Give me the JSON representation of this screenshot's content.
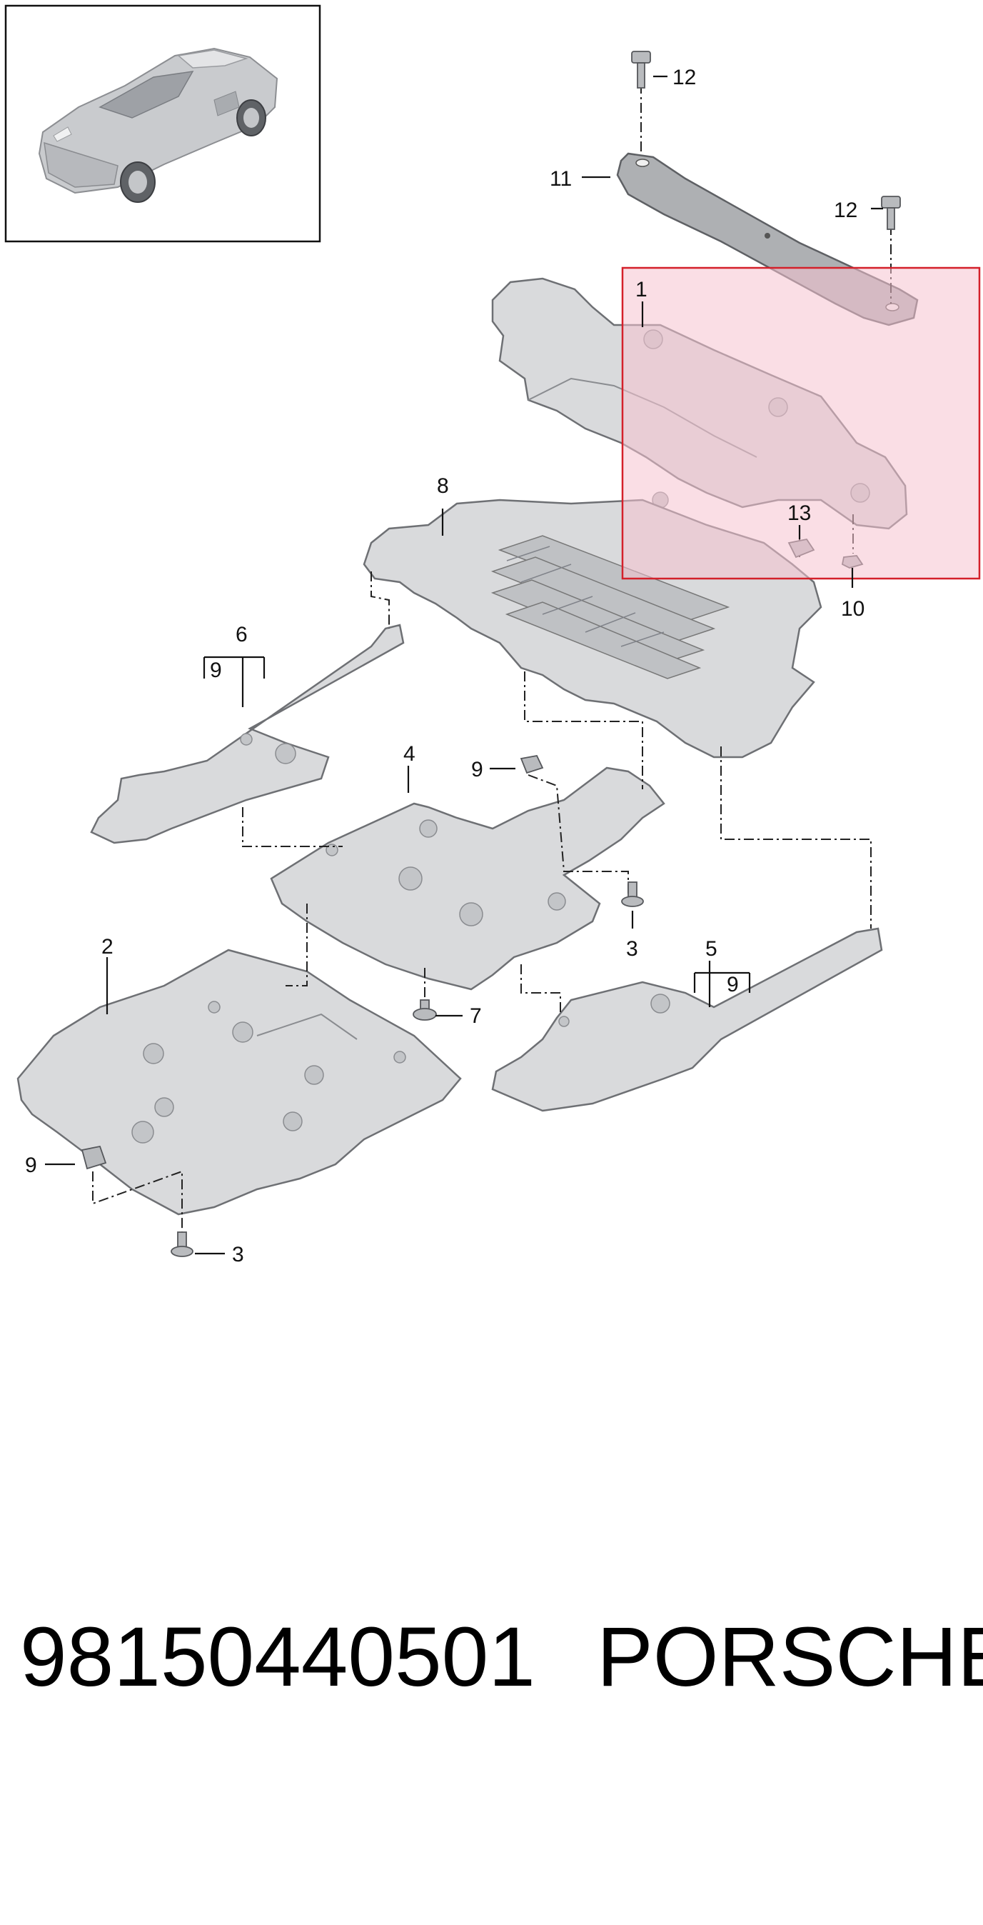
{
  "footer": {
    "part_number": "98150440501",
    "brand": "PORSCHE"
  },
  "callouts": {
    "c1": "1",
    "c2": "2",
    "c3a": "3",
    "c3b": "3",
    "c4": "4",
    "c5": "5",
    "c5_9": "9",
    "c6": "6",
    "c6_9": "9",
    "c7": "7",
    "c8": "8",
    "c9a": "9",
    "c9b": "9",
    "c10": "10",
    "c11": "11",
    "c12a": "12",
    "c12b": "12",
    "c13": "13"
  },
  "colors": {
    "highlight_fill": "#f6c3cf",
    "highlight_border": "#d4202a",
    "panel_grey": "#d9dadc"
  }
}
